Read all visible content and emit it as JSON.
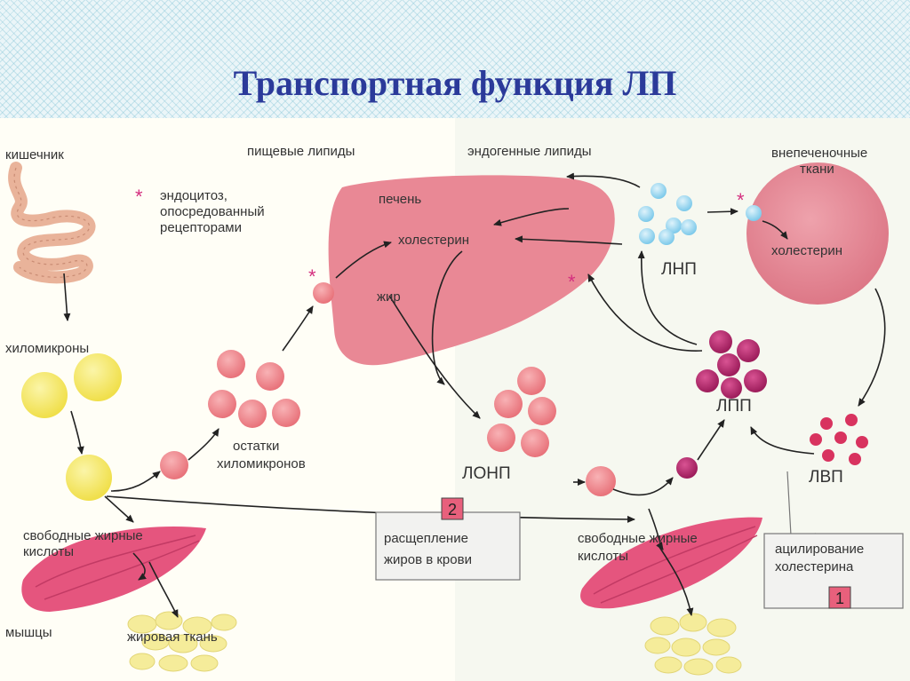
{
  "title": "Транспортная функция ЛП",
  "labels": {
    "intestine": "кишечник",
    "endocytosis_line1": "эндоцитоз,",
    "endocytosis_line2": "опосредованный",
    "endocytosis_line3": "рецепторами",
    "dietary_lipids": "пищевые липиды",
    "endogenous_lipids": "эндогенные липиды",
    "extrahepatic_line1": "внепеченочные",
    "extrahepatic_line2": "ткани",
    "liver": "печень",
    "cholesterol_liver": "холестерин",
    "fat": "жир",
    "ldl": "ЛНП",
    "cholesterol_tissue": "холестерин",
    "chylomicrons": "хиломикроны",
    "remnants_line1": "остатки",
    "remnants_line2": "хиломикронов",
    "idl": "ЛПП",
    "vldl": "ЛОНП",
    "hdl": "ЛВП",
    "ffa_left_line1": "свободные жирные",
    "ffa_left_line2": "кислоты",
    "ffa_right_line1": "свободные жирные",
    "ffa_right_line2": "кислоты",
    "muscles": "мышцы",
    "adipose": "жировая ткань",
    "box2_number": "2",
    "box2_line1": "расщепление",
    "box2_line2": "жиров в крови",
    "box1_number": "1",
    "box1_line1": "ацилирование",
    "box1_line2": "холестерина",
    "star": "*"
  },
  "colors": {
    "title": "#2b3a9a",
    "liver": "#e98895",
    "tissue": "#e27f8e",
    "muscle": "#e5557e",
    "chylomicron": "#f2e35a",
    "remnant": "#ec7f86",
    "ldl": "#8fd3ef",
    "idl": "#b8236a",
    "hdl": "#d8335f",
    "star": "#d42f7f",
    "box_number": "#e8607c"
  }
}
